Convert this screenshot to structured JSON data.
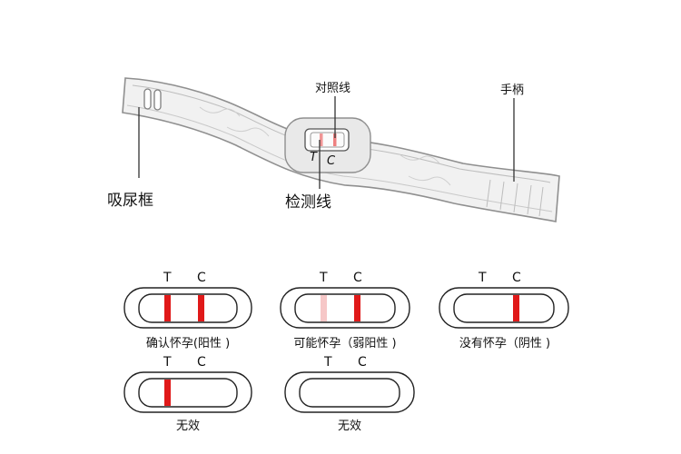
{
  "colors": {
    "red": "#e01919",
    "faint_red": "#f6c7c7",
    "outline": "#222222",
    "device_stroke": "#8f8f8f",
    "device_fill": "#f1f1f1"
  },
  "device_labels": {
    "absorbent": "吸尿框",
    "test_line": "检测线",
    "control_line": "对照线",
    "handle": "手柄",
    "t_small": "T",
    "c_small": "C"
  },
  "results": [
    {
      "t": "T",
      "c": "C",
      "caption": "确认怀孕(阳性 )",
      "t_line": "strong",
      "c_line": "strong"
    },
    {
      "t": "T",
      "c": "C",
      "caption": "可能怀孕（弱阳性 )",
      "t_line": "faint",
      "c_line": "strong"
    },
    {
      "t": "T",
      "c": "C",
      "caption": "没有怀孕（阴性 )",
      "t_line": "none",
      "c_line": "strong"
    },
    {
      "t": "T",
      "c": "C",
      "caption": "无效",
      "t_line": "strong",
      "c_line": "none"
    },
    {
      "t": "T",
      "c": "C",
      "caption": "无效",
      "t_line": "none",
      "c_line": "none"
    }
  ]
}
